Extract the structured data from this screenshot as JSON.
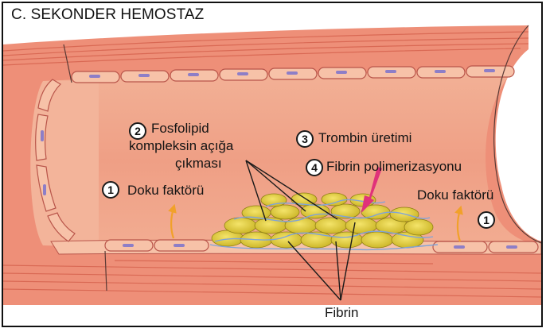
{
  "title": "C. SEKONDER HEMOSTAZ",
  "labels": {
    "step2_num": "2",
    "step2_line1": "Fosfolipid",
    "step2_line2": "kompleksin açığa",
    "step2_line3": "çıkması",
    "step3_num": "3",
    "step3_text": "Trombin üretimi",
    "step4_num": "4",
    "step4_text": "Fibrin polimerizasyonu",
    "left_num": "1",
    "left_text": "Doku faktörü",
    "right_text": "Doku faktörü",
    "right_num": "1",
    "fibrin": "Fibrin"
  },
  "colors": {
    "lumen": "#f0a98e",
    "wall": "#ee8f78",
    "muscle_stripe": "#d9604f",
    "endothelium": "#f7c2a8",
    "nucleus": "#8d7ec7",
    "platelet": "#e6d33e",
    "fibrin": "#7fa3d8",
    "arrow_tissue_factor": "#f1a12a",
    "arrow_thrombin": "#e0327a"
  }
}
